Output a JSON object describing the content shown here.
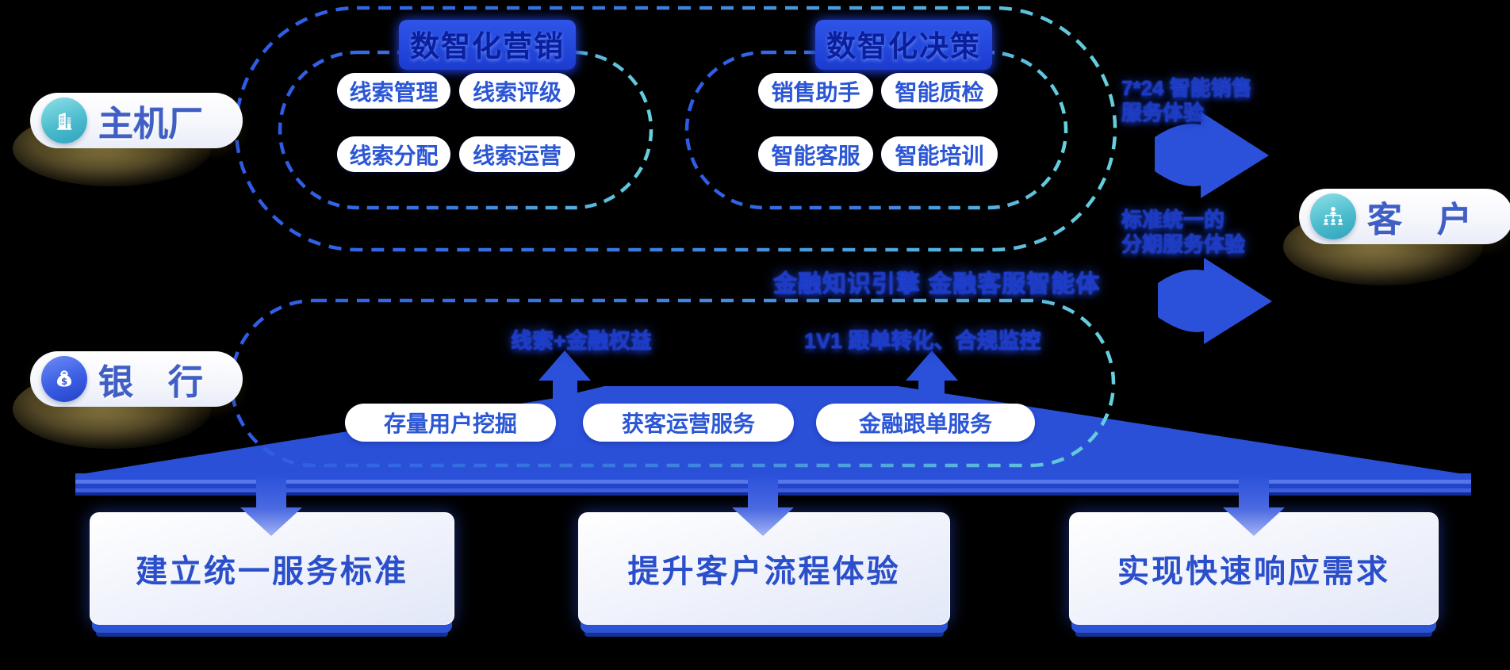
{
  "diagram": {
    "actors": {
      "oem": {
        "label": "主机厂"
      },
      "bank": {
        "label": "银　行"
      },
      "customer": {
        "label": "客　户"
      }
    },
    "marketing_group": {
      "title": "数智化营销",
      "pills": [
        "线索管理",
        "线索评级",
        "线索分配",
        "线索运营"
      ]
    },
    "decision_group": {
      "title": "数智化决策",
      "pills": [
        "销售助手",
        "智能质检",
        "智能客服",
        "智能培训"
      ]
    },
    "engine_caption": "金融知识引擎 金融客服智能体",
    "bank_flows": [
      {
        "label": "线索+金融权益"
      },
      {
        "label": "1V1 跟单转化、合规监控"
      }
    ],
    "bank_services": [
      "存量用户挖掘",
      "获客运营服务",
      "金融跟单服务"
    ],
    "right_arrows": [
      {
        "line1": "7*24 智能销售",
        "line2": "服务体验"
      },
      {
        "line1": "标准统一的",
        "line2": "分期服务体验"
      }
    ],
    "outcomes": [
      "建立统一服务标准",
      "提升客户流程体验",
      "实现快速响应需求"
    ],
    "colors": {
      "primary_blue": "#2b51da",
      "teal": "#5fc9d8",
      "pill_text": "#2b56d6",
      "glow_text": "#1d3bc9",
      "card_text": "#2b4fcb",
      "badge_text": "#3f5ec6"
    }
  }
}
